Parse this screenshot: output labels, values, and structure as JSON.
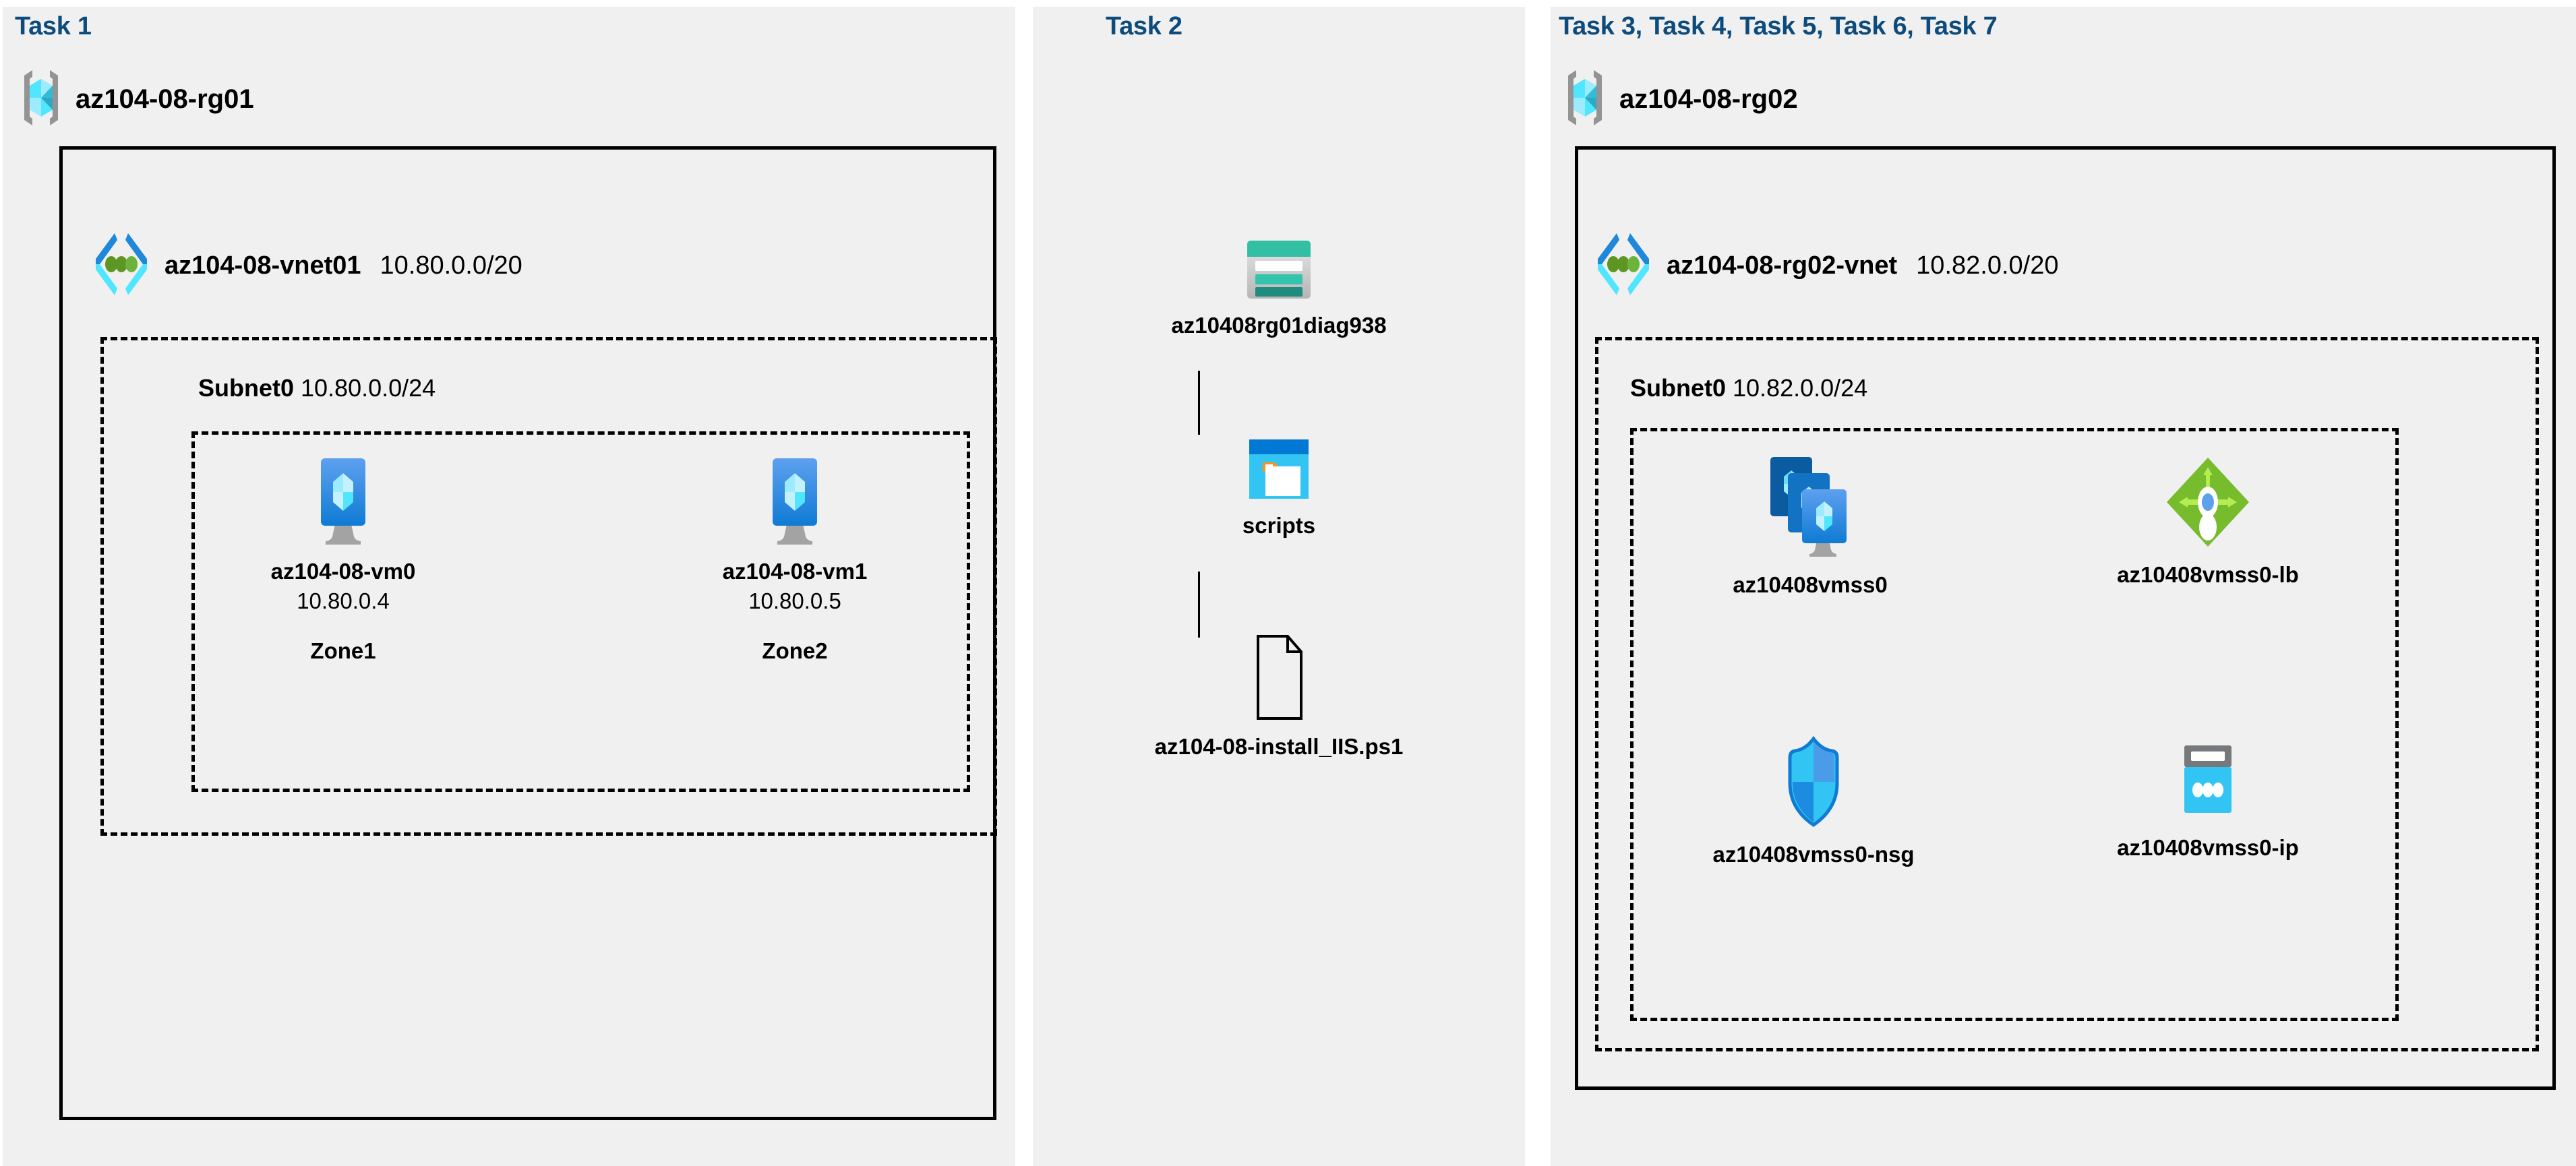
{
  "panels": [
    {
      "id": "task1",
      "task_label": "Task 1",
      "resource_group": {
        "name": "az104-08-rg01",
        "icon": "resource-group-icon"
      },
      "vnet": {
        "name": "az104-08-vnet01",
        "cidr": "10.80.0.0/20",
        "icon": "virtual-network-icon"
      },
      "subnet": {
        "name": "Subnet0",
        "cidr": "10.80.0.0/24"
      },
      "nodes": [
        {
          "icon": "virtual-machine-icon",
          "label": "az104-08-vm0",
          "ip": "10.80.0.4",
          "zone": "Zone1"
        },
        {
          "icon": "virtual-machine-icon",
          "label": "az104-08-vm1",
          "ip": "10.80.0.5",
          "zone": "Zone2"
        }
      ]
    },
    {
      "id": "task2",
      "task_label": "Task 2",
      "nodes": [
        {
          "icon": "storage-account-icon",
          "label": "az10408rg01diag938"
        },
        {
          "icon": "blob-container-icon",
          "label": "scripts"
        },
        {
          "icon": "file-icon",
          "label": "az104-08-install_IIS.ps1"
        }
      ]
    },
    {
      "id": "task3",
      "task_label": "Task 3, Task 4, Task 5, Task 6, Task 7",
      "resource_group": {
        "name": "az104-08-rg02",
        "icon": "resource-group-icon"
      },
      "vnet": {
        "name": "az104-08-rg02-vnet",
        "cidr": "10.82.0.0/20",
        "icon": "virtual-network-icon"
      },
      "subnet": {
        "name": "Subnet0",
        "cidr": "10.82.0.0/24"
      },
      "nodes": [
        {
          "icon": "vm-scale-set-icon",
          "label": "az10408vmss0"
        },
        {
          "icon": "load-balancer-icon",
          "label": "az10408vmss0-lb"
        },
        {
          "icon": "network-security-group-icon",
          "label": "az10408vmss0-nsg"
        },
        {
          "icon": "public-ip-address-icon",
          "label": "az10408vmss0-ip"
        }
      ]
    }
  ],
  "colors": {
    "task_label": "#0d4b7c",
    "panel_bg": "#f0f0f0",
    "border": "#000000",
    "vnet_blue": "#1f88da",
    "vnet_cyan": "#50e6ff",
    "vnet_green": "#5e9624",
    "vm_blue_top": "#5ea0ef",
    "vm_blue_bottom": "#0f7bd4",
    "rg_cyan": "#50e6ff",
    "rg_gray": "#949494",
    "storage_teal": "#32bfa3",
    "storage_gray": "#bdbdbd",
    "blob_blue": "#0078d4",
    "blob_cyan": "#32c5f4",
    "blob_orange": "#f7941e",
    "lb_green": "#76bc2d",
    "lb_green_light": "#b4ec51",
    "nsg_blue": "#32c5f4",
    "ip_gray": "#76797b",
    "ip_cyan": "#32c5f4"
  }
}
